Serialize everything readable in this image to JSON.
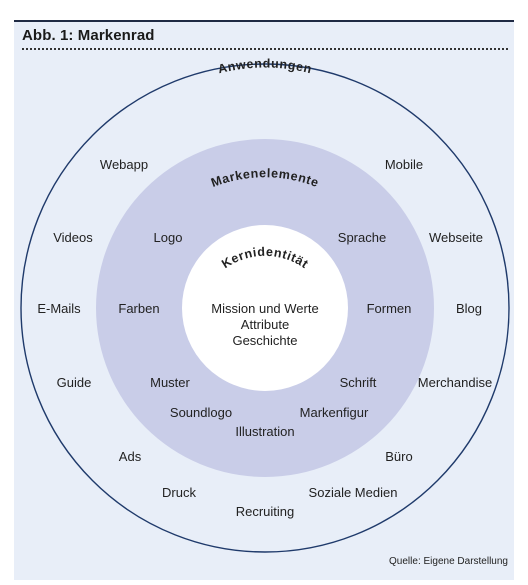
{
  "title": "Abb. 1: Markenrad",
  "source": "Quelle: Eigene Darstellung",
  "rings": {
    "outer_title": "Anwendungen",
    "middle_title": "Markenelemente",
    "inner_title": "Kernidentität"
  },
  "core": {
    "line1": "Mission und Werte",
    "line2": "Attribute",
    "line3": "Geschichte"
  },
  "elements": {
    "logo": "Logo",
    "sprache": "Sprache",
    "farben": "Farben",
    "formen": "Formen",
    "muster": "Muster",
    "schrift": "Schrift",
    "soundlogo": "Soundlogo",
    "markenfigur": "Markenfigur",
    "illustration": "Illustration"
  },
  "applications": {
    "webapp": "Webapp",
    "mobile": "Mobile",
    "videos": "Videos",
    "webseite": "Webseite",
    "emails": "E-Mails",
    "blog": "Blog",
    "guide": "Guide",
    "merchandise": "Merchandise",
    "ads": "Ads",
    "buero": "Büro",
    "druck": "Druck",
    "soziale_medien": "Soziale Medien",
    "recruiting": "Recruiting"
  },
  "colors": {
    "background": "#e8eef8",
    "outer_ring_stroke": "#1f3a6b",
    "middle_ring": "#c9cde8",
    "core": "#ffffff"
  }
}
